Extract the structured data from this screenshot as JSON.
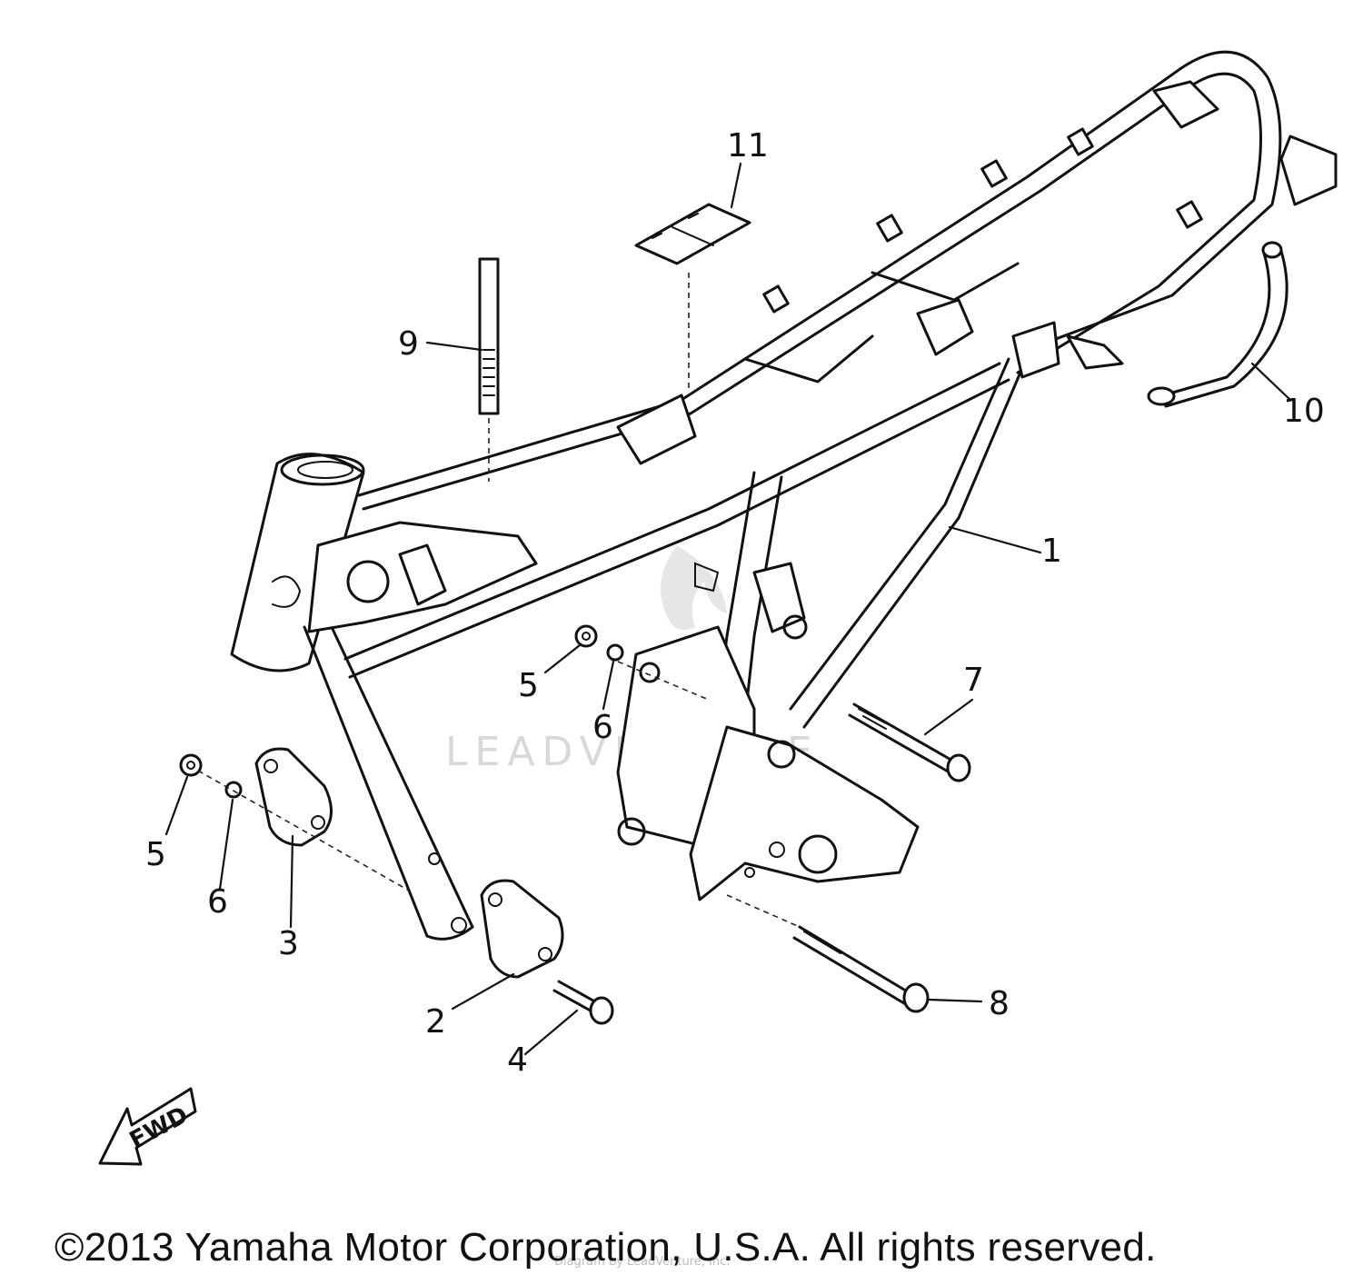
{
  "callouts": [
    {
      "id": "c1",
      "label": "1"
    },
    {
      "id": "c2",
      "label": "2"
    },
    {
      "id": "c3",
      "label": "3"
    },
    {
      "id": "c4",
      "label": "4"
    },
    {
      "id": "c5a",
      "label": "5"
    },
    {
      "id": "c5b",
      "label": "5"
    },
    {
      "id": "c6a",
      "label": "6"
    },
    {
      "id": "c6b",
      "label": "6"
    },
    {
      "id": "c7",
      "label": "7"
    },
    {
      "id": "c8",
      "label": "8"
    },
    {
      "id": "c9",
      "label": "9"
    },
    {
      "id": "c10",
      "label": "10"
    },
    {
      "id": "c11",
      "label": "11"
    }
  ],
  "direction_marker": "FWD",
  "watermark": {
    "text": "LEADVENTURE",
    "small": "Diagram by LeadVenture, Inc."
  },
  "copyright": "©2013 Yamaha Motor Corporation, U.S.A. All rights reserved."
}
